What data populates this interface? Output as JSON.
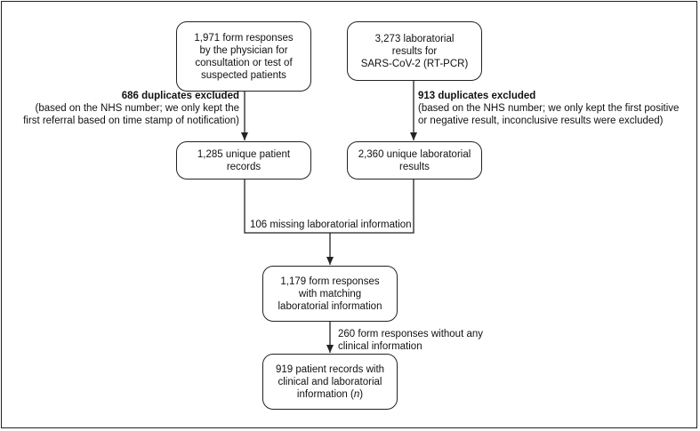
{
  "boxes": {
    "form_responses": {
      "line1": "1,971 form responses",
      "line2": "by the physician for",
      "line3": "consultation or test of",
      "line4": "suspected patients"
    },
    "lab_results": {
      "line1": "3,273 laboratorial",
      "line2": "results for",
      "line3": "SARS-CoV-2 (RT-PCR)"
    },
    "unique_patient": {
      "line1": "1,285 unique patient",
      "line2": "records"
    },
    "unique_lab": {
      "line1": "2,360 unique laboratorial",
      "line2": "results"
    },
    "matching": {
      "line1": "1,179 form responses",
      "line2": "with matching",
      "line3": "laboratorial information"
    },
    "final": {
      "line1": "919 patient records with",
      "line2": "clinical and laboratorial",
      "line3_text": "information (",
      "line3_italic": "n",
      "line3_end": ")"
    }
  },
  "notes": {
    "left_exclusion": {
      "title": "686 duplicates excluded",
      "line1": "(based on the NHS number; we only kept the",
      "line2": "first referral based on time stamp of notification)"
    },
    "right_exclusion": {
      "title": "913 duplicates excluded",
      "line1": "(based on the NHS number; we only kept the first positive",
      "line2": "or negative result, inconclusive results were excluded)"
    },
    "missing": "106 missing laboratorial information",
    "no_clinical": {
      "line1": "260 form responses without any",
      "line2": "clinical information"
    }
  }
}
